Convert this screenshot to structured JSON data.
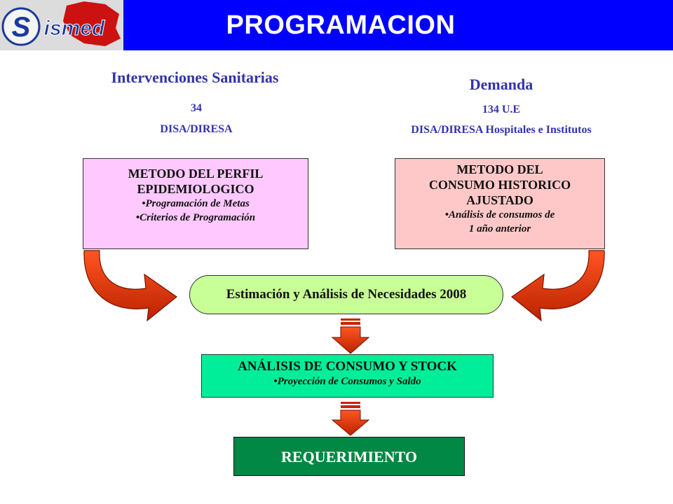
{
  "header": {
    "title": "PROGRAMACION",
    "logo_text": "ismed",
    "logo_letter": "S"
  },
  "left": {
    "heading": "Intervenciones Sanitarias",
    "count": "34",
    "unit": "DISA/DIRESA",
    "method_title_1": "METODO DEL PERFIL",
    "method_title_2": "EPIDEMIOLOGICO",
    "bullets": [
      "•Programación de Metas",
      "•Criterios de Programación"
    ]
  },
  "right": {
    "heading": "Demanda",
    "count": "134 U.E",
    "unit": "DISA/DIRESA Hospitales e Institutos",
    "method_title_1": "METODO DEL",
    "method_title_2": "CONSUMO HISTORICO",
    "method_title_3": "AJUSTADO",
    "bullet_1": "•Análisis de consumos de",
    "bullet_2": "1 año anterior"
  },
  "center": {
    "estimate": "Estimación y Análisis de Necesidades 2008",
    "analysis_title": "ANÁLISIS DE CONSUMO Y STOCK",
    "analysis_bullet": "•Proyección de Consumos y Saldo",
    "requirement": "REQUERIMIENTO"
  },
  "colors": {
    "header": "#0000ff",
    "pink_box": "#ffc8ff",
    "salmon_box": "#ffc8c8",
    "pill": "#c8ff96",
    "analysis_box": "#00ee99",
    "requirement_box": "#008844",
    "arrow": "#dd3311",
    "heading_text": "#3333aa"
  }
}
